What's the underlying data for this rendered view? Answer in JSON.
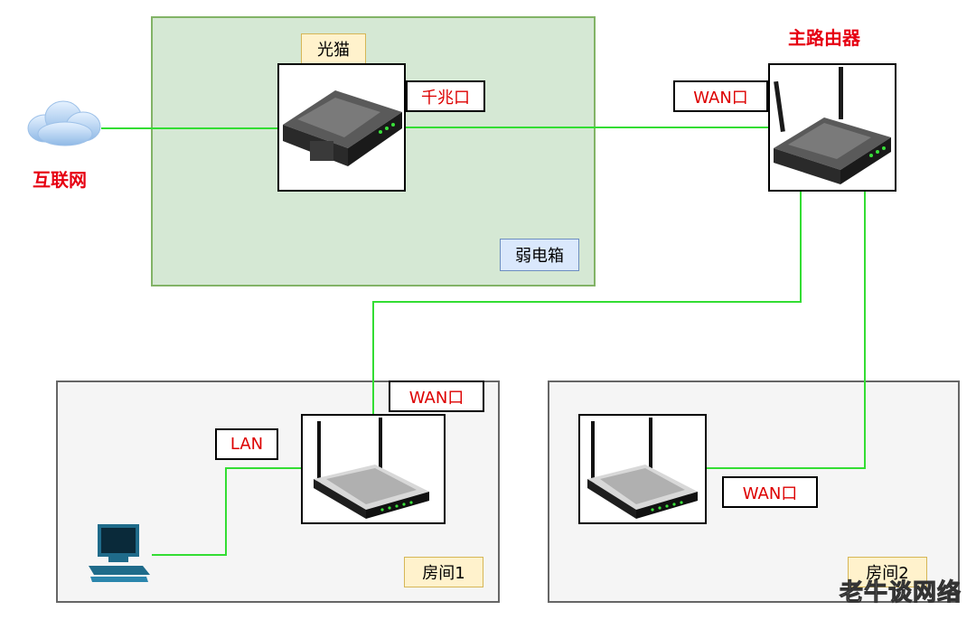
{
  "diagram": {
    "internet_label": "互联网",
    "main_router_label": "主路由器",
    "optical_modem_label": "光猫",
    "gigabit_port_label": "千兆口",
    "weak_box_label": "弱电箱",
    "main_router_wan_label": "WAN口",
    "room1_wan_label": "WAN口",
    "room1_lan_label": "LAN",
    "room1_label": "房间1",
    "room2_wan_label": "WAN口",
    "room2_label": "房间2",
    "watermark": "老牛谈网络"
  },
  "colors": {
    "link": "#33dd33",
    "weak_box_fill": "#d5e8d4",
    "weak_box_border": "#82b366",
    "room_fill": "#f5f5f5",
    "accent_red": "#e60012",
    "port_text": "#dd0000"
  }
}
